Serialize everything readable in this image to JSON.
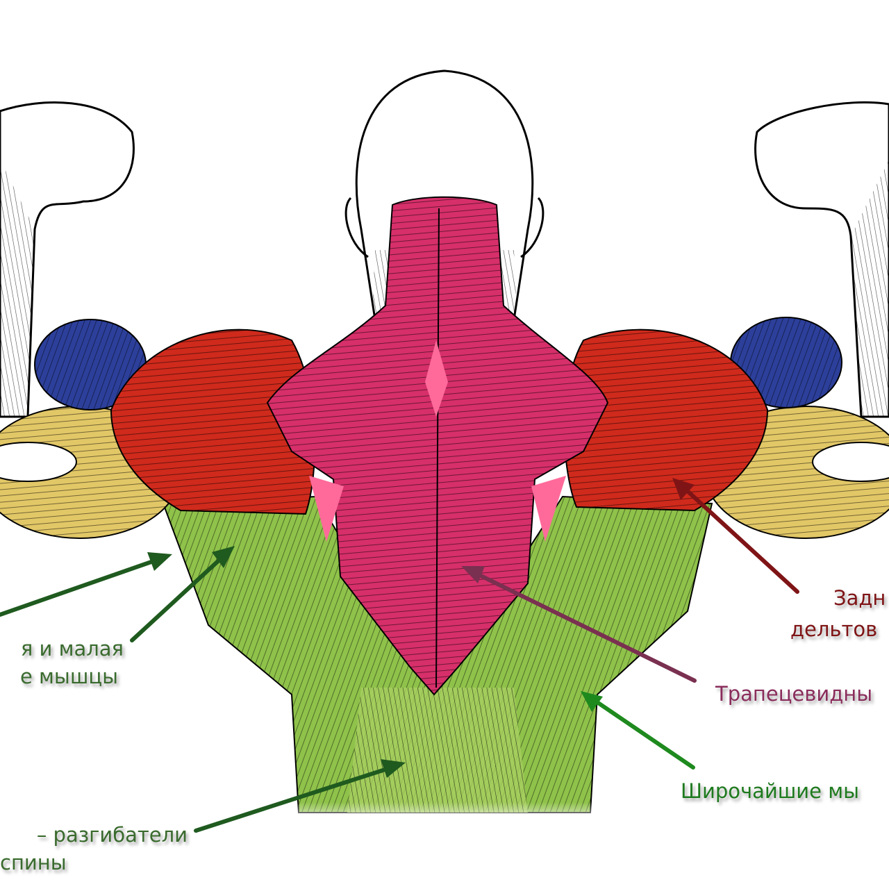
{
  "diagram": {
    "title": "Back muscles (posterior view)",
    "colors": {
      "trapezius": "#d62f6a",
      "deltoid": "#cf2a1c",
      "biceps": "#2c3f9a",
      "triceps": "#e2c767",
      "lats": "#8fc24a",
      "arrow_green": "#1f5a1f",
      "arrow_red": "#7f1416",
      "arrow_purple": "#7a3050"
    },
    "labels": {
      "teres_line1": "я и малая",
      "teres_line2": "е мышцы",
      "erector_line1": "– разгибатели",
      "erector_line2": "спины",
      "deltoid_line1": "Задн",
      "deltoid_line2": "дельтов",
      "trapezius": "Трапецевидны",
      "lats": "Широчайшие мы"
    }
  }
}
